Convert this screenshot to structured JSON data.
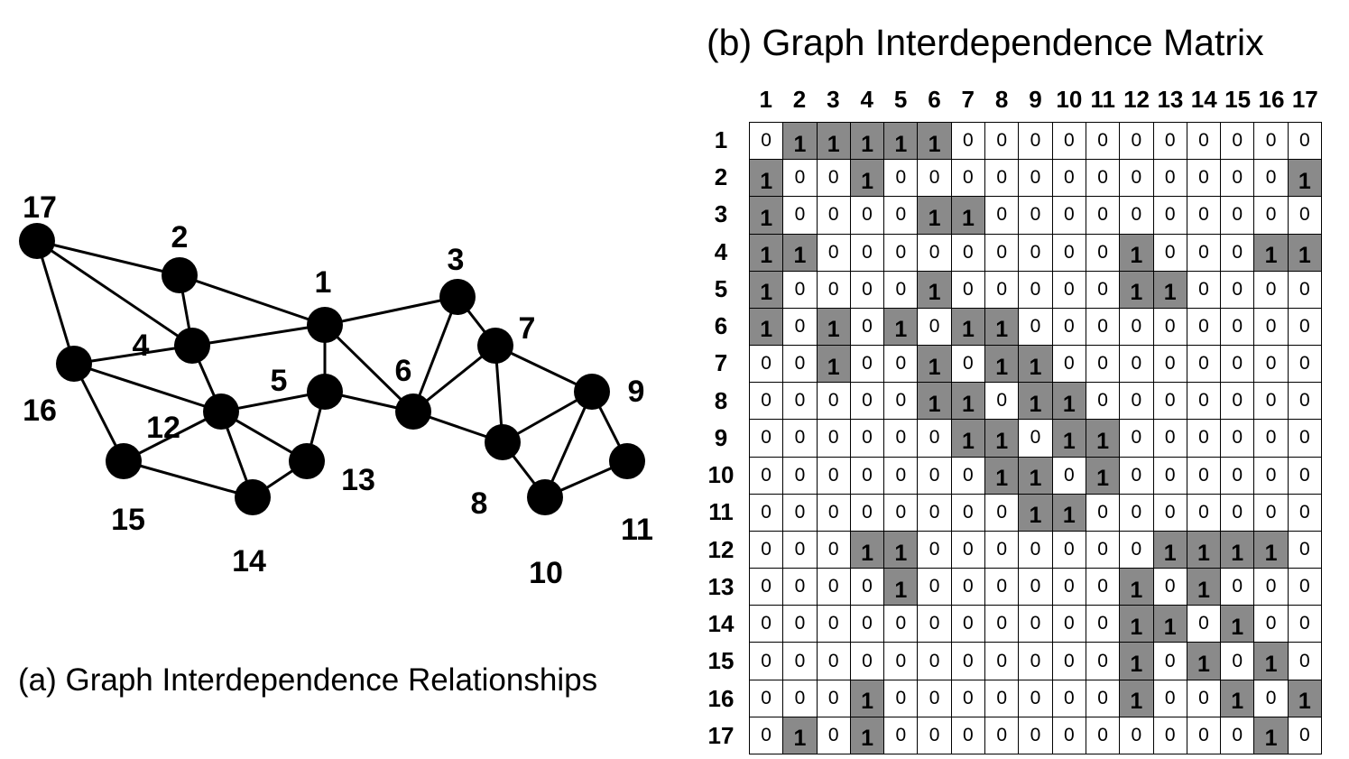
{
  "captions": {
    "graph": "(a) Graph Interdependence Relationships",
    "matrix": "(b) Graph Interdependence Matrix"
  },
  "colors": {
    "node": "#000000",
    "edge": "#000000",
    "cell_one": "#8a8a8a",
    "cell_zero": "#ffffff"
  },
  "graph": {
    "nodes": [
      "1",
      "2",
      "3",
      "4",
      "5",
      "6",
      "7",
      "8",
      "9",
      "10",
      "11",
      "12",
      "13",
      "14",
      "15",
      "16",
      "17"
    ],
    "edges": [
      [
        "1",
        "2"
      ],
      [
        "1",
        "3"
      ],
      [
        "1",
        "4"
      ],
      [
        "1",
        "5"
      ],
      [
        "1",
        "6"
      ],
      [
        "2",
        "4"
      ],
      [
        "2",
        "17"
      ],
      [
        "3",
        "6"
      ],
      [
        "3",
        "7"
      ],
      [
        "4",
        "12"
      ],
      [
        "4",
        "16"
      ],
      [
        "4",
        "17"
      ],
      [
        "5",
        "6"
      ],
      [
        "5",
        "12"
      ],
      [
        "5",
        "13"
      ],
      [
        "6",
        "7"
      ],
      [
        "6",
        "8"
      ],
      [
        "7",
        "8"
      ],
      [
        "7",
        "9"
      ],
      [
        "8",
        "9"
      ],
      [
        "8",
        "10"
      ],
      [
        "9",
        "10"
      ],
      [
        "9",
        "11"
      ],
      [
        "10",
        "11"
      ],
      [
        "12",
        "13"
      ],
      [
        "12",
        "14"
      ],
      [
        "12",
        "15"
      ],
      [
        "12",
        "16"
      ],
      [
        "13",
        "14"
      ],
      [
        "14",
        "15"
      ],
      [
        "15",
        "16"
      ],
      [
        "16",
        "17"
      ]
    ]
  },
  "matrix": {
    "col_labels": [
      "1",
      "2",
      "3",
      "4",
      "5",
      "6",
      "7",
      "8",
      "9",
      "10",
      "11",
      "12",
      "13",
      "14",
      "15",
      "16",
      "17"
    ],
    "row_labels": [
      "1",
      "2",
      "3",
      "4",
      "5",
      "6",
      "7",
      "8",
      "9",
      "10",
      "11",
      "12",
      "13",
      "14",
      "15",
      "16",
      "17"
    ],
    "rows": [
      [
        0,
        1,
        1,
        1,
        1,
        1,
        0,
        0,
        0,
        0,
        0,
        0,
        0,
        0,
        0,
        0,
        0
      ],
      [
        1,
        0,
        0,
        1,
        0,
        0,
        0,
        0,
        0,
        0,
        0,
        0,
        0,
        0,
        0,
        0,
        1
      ],
      [
        1,
        0,
        0,
        0,
        0,
        1,
        1,
        0,
        0,
        0,
        0,
        0,
        0,
        0,
        0,
        0,
        0
      ],
      [
        1,
        1,
        0,
        0,
        0,
        0,
        0,
        0,
        0,
        0,
        0,
        1,
        0,
        0,
        0,
        1,
        1
      ],
      [
        1,
        0,
        0,
        0,
        0,
        1,
        0,
        0,
        0,
        0,
        0,
        1,
        1,
        0,
        0,
        0,
        0
      ],
      [
        1,
        0,
        1,
        0,
        1,
        0,
        1,
        1,
        0,
        0,
        0,
        0,
        0,
        0,
        0,
        0,
        0
      ],
      [
        0,
        0,
        1,
        0,
        0,
        1,
        0,
        1,
        1,
        0,
        0,
        0,
        0,
        0,
        0,
        0,
        0
      ],
      [
        0,
        0,
        0,
        0,
        0,
        1,
        1,
        0,
        1,
        1,
        0,
        0,
        0,
        0,
        0,
        0,
        0
      ],
      [
        0,
        0,
        0,
        0,
        0,
        0,
        1,
        1,
        0,
        1,
        1,
        0,
        0,
        0,
        0,
        0,
        0
      ],
      [
        0,
        0,
        0,
        0,
        0,
        0,
        0,
        1,
        1,
        0,
        1,
        0,
        0,
        0,
        0,
        0,
        0
      ],
      [
        0,
        0,
        0,
        0,
        0,
        0,
        0,
        0,
        1,
        1,
        0,
        0,
        0,
        0,
        0,
        0,
        0
      ],
      [
        0,
        0,
        0,
        1,
        1,
        0,
        0,
        0,
        0,
        0,
        0,
        0,
        1,
        1,
        1,
        1,
        0
      ],
      [
        0,
        0,
        0,
        0,
        1,
        0,
        0,
        0,
        0,
        0,
        0,
        1,
        0,
        1,
        0,
        0,
        0
      ],
      [
        0,
        0,
        0,
        0,
        0,
        0,
        0,
        0,
        0,
        0,
        0,
        1,
        1,
        0,
        1,
        0,
        0
      ],
      [
        0,
        0,
        0,
        0,
        0,
        0,
        0,
        0,
        0,
        0,
        0,
        1,
        0,
        1,
        0,
        1,
        0
      ],
      [
        0,
        0,
        0,
        1,
        0,
        0,
        0,
        0,
        0,
        0,
        0,
        1,
        0,
        0,
        1,
        0,
        1
      ],
      [
        0,
        1,
        0,
        1,
        0,
        0,
        0,
        0,
        0,
        0,
        0,
        0,
        0,
        0,
        0,
        1,
        0
      ]
    ]
  }
}
